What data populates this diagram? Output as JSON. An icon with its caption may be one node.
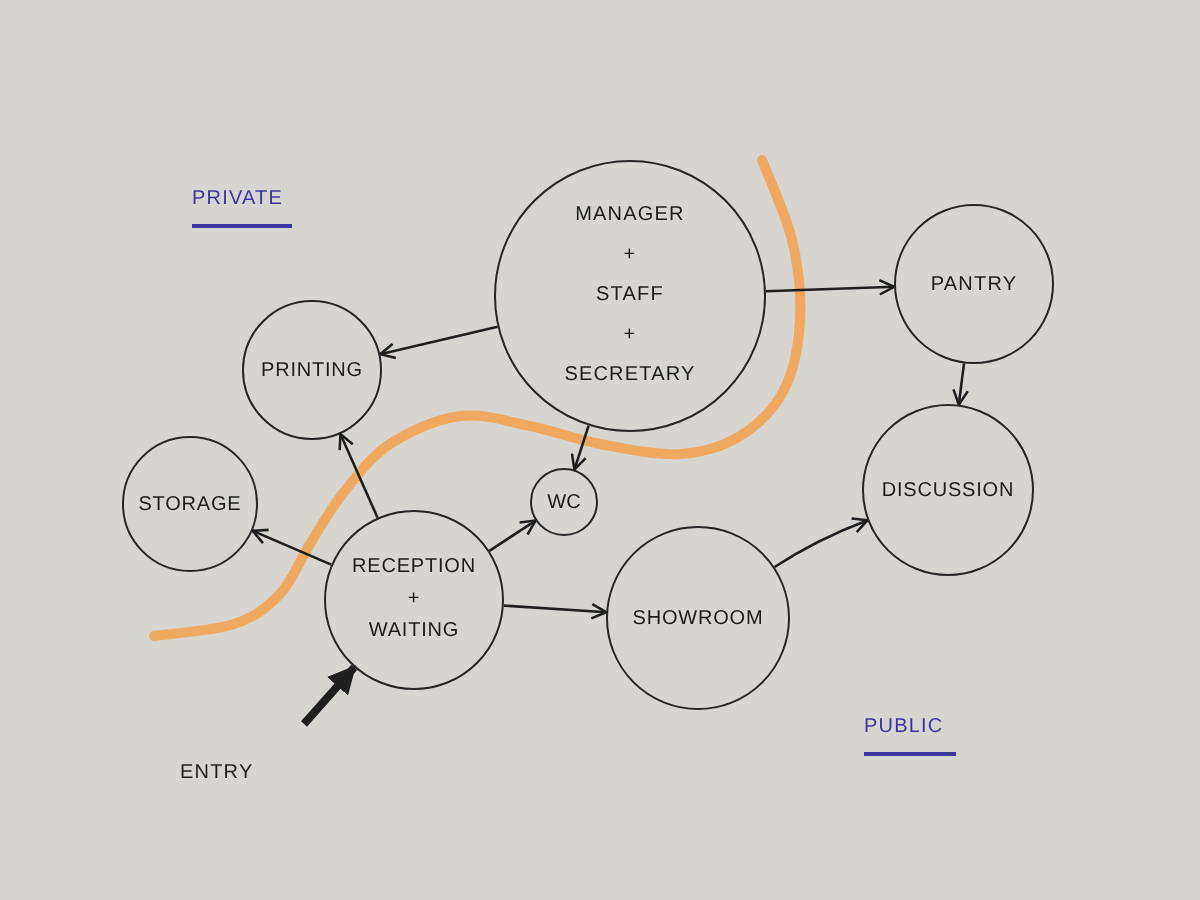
{
  "diagram": {
    "nodes": [
      {
        "text": [
          "MANAGER + STAFF + SECRETARY"
        ]
      },
      {
        "text": [
          "PANTRY"
        ]
      },
      {
        "text": [
          "PRINTING"
        ]
      },
      {
        "text": [
          "STORAGE"
        ]
      },
      {
        "text": [
          "WC"
        ]
      },
      {
        "text": [
          "DISCUSSION"
        ]
      },
      {
        "text": [
          "RECEPTION + WAITING"
        ]
      },
      {
        "text": [
          "SHOWROOM"
        ]
      }
    ],
    "edges": [
      {
        "from": 0,
        "to": 2,
        "arrow": "to"
      },
      {
        "from": 0,
        "to": 1,
        "arrow": "to"
      },
      {
        "from": 0,
        "to": 4,
        "arrow": "to"
      },
      {
        "from": 1,
        "to": 5,
        "arrow": "to"
      },
      {
        "from": 6,
        "to": 2,
        "arrow": "to"
      },
      {
        "from": 6,
        "to": 3,
        "arrow": "to"
      },
      {
        "from": 6,
        "to": 4,
        "arrow": "to"
      },
      {
        "from": 6,
        "to": 7,
        "arrow": "to"
      },
      {
        "from": 7,
        "to": 5,
        "arrow": "to"
      },
      {
        "from": null,
        "to": 6,
        "arrow": "to",
        "style": "thick"
      }
    ],
    "labels": [
      "PRIVATE",
      "PUBLIC",
      "ENTRY"
    ]
  }
}
